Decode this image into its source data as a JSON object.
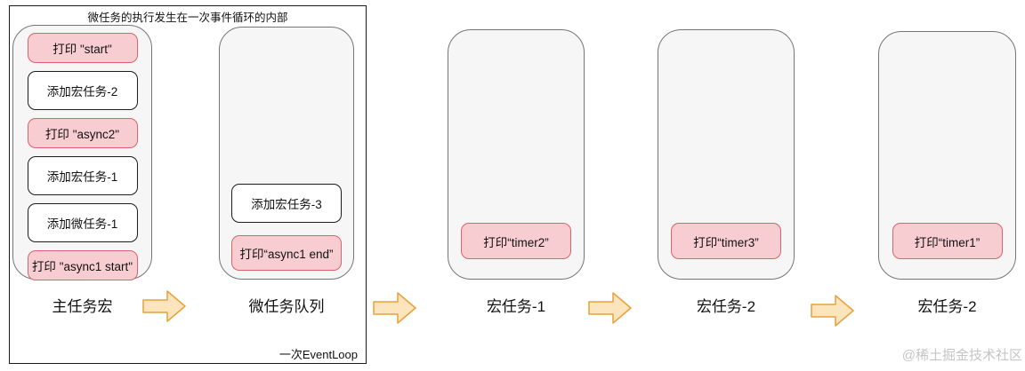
{
  "diagram": {
    "title": "微任务的执行发生在一次事件循环的内部",
    "event_loop_note": "一次EventLoop",
    "watermark": "@稀土掘金技术社区",
    "colors": {
      "pink_box_fill": "#f8cdd1",
      "pink_box_border": "#d9646b",
      "white_box_border": "#1c1c1c",
      "container_fill": "#f6f6f6",
      "container_border": "#757575",
      "outer_rect_border": "#1a1a1a",
      "arrow_fill": "#fce4bd",
      "arrow_border": "#e9a13b",
      "watermark_color": "#c5c5c5"
    },
    "stages": [
      {
        "label": "主任务宏",
        "boxes": [
          {
            "text": "打印 \"start\"",
            "type": "pink"
          },
          {
            "text": "添加宏任务-2",
            "type": "white"
          },
          {
            "text": "打印 \"async2\"",
            "type": "pink"
          },
          {
            "text": "添加宏任务-1",
            "type": "white"
          },
          {
            "text": "添加微任务-1",
            "type": "white"
          },
          {
            "text": "打印 \"async1 start\"",
            "type": "pink"
          }
        ]
      },
      {
        "label": "微任务队列",
        "boxes": [
          {
            "text": "添加宏任务-3",
            "type": "white"
          },
          {
            "text": "打印“async1 end”",
            "type": "pink"
          }
        ]
      },
      {
        "label": "宏任务-1",
        "boxes": [
          {
            "text": "打印“timer2”",
            "type": "pink"
          }
        ]
      },
      {
        "label": "宏任务-2",
        "boxes": [
          {
            "text": "打印“timer3”",
            "type": "pink"
          }
        ]
      },
      {
        "label": "宏任务-2",
        "boxes": [
          {
            "text": "打印“timer1”",
            "type": "pink"
          }
        ]
      }
    ]
  }
}
